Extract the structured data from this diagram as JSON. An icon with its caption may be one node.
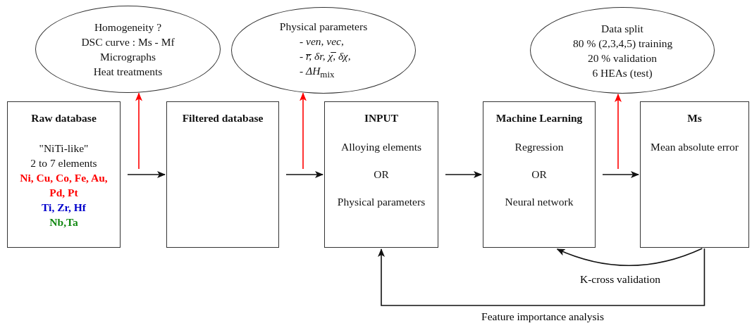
{
  "diagram": {
    "nodes": [
      {
        "text": [
          "Homogeneity ?",
          "DSC curve : Ms - Mf",
          "Micrographs",
          "Heat treatments"
        ]
      },
      {
        "text": [
          "Physical parameters",
          "- *ven, vec,*",
          "- *r̅, δr,  χ̅, δχ,*",
          "- *ΔH*$_{mix}$"
        ]
      },
      {
        "text": [
          "Data split",
          "80 % (2,3,4,5) training",
          "20 % validation",
          "6 HEAs (test)"
        ]
      },
      {
        "text": [
          "Raw database",
          "\"NiTi-like\"",
          "2 to 7 elements",
          "Ni, Cu, Co, Fe, Au, Pd, Pt",
          "Ti, Zr, Hf",
          "Nb,Ta"
        ]
      },
      {
        "text": [
          "Filtered database"
        ]
      },
      {
        "text": [
          "INPUT",
          "Alloying elements",
          "OR",
          "Physical parameters"
        ]
      },
      {
        "text": [
          "Machine Learning",
          "Regression",
          "OR",
          "Neural network"
        ]
      },
      {
        "text": [
          "Ms",
          "Mean absolute error"
        ]
      }
    ],
    "edges": [
      {
        "from": null,
        "to": 0,
        "arrow": "to",
        "color": "#ff0000"
      },
      {
        "from": 3,
        "to": 4,
        "arrow": "to"
      },
      {
        "from": null,
        "to": 1,
        "arrow": "to",
        "color": "#ff0000"
      },
      {
        "from": 4,
        "to": 5,
        "arrow": "to"
      },
      {
        "from": 5,
        "to": 6,
        "arrow": "to"
      },
      {
        "from": null,
        "to": 2,
        "arrow": "to",
        "color": "#ff0000"
      },
      {
        "from": 6,
        "to": 7,
        "arrow": "to"
      },
      {
        "from": 7,
        "to": 6,
        "arrow": "to",
        "label": "K-cross validation"
      },
      {
        "from": 7,
        "to": 5,
        "arrow": "to",
        "label": "Feature importance analysis"
      }
    ]
  }
}
